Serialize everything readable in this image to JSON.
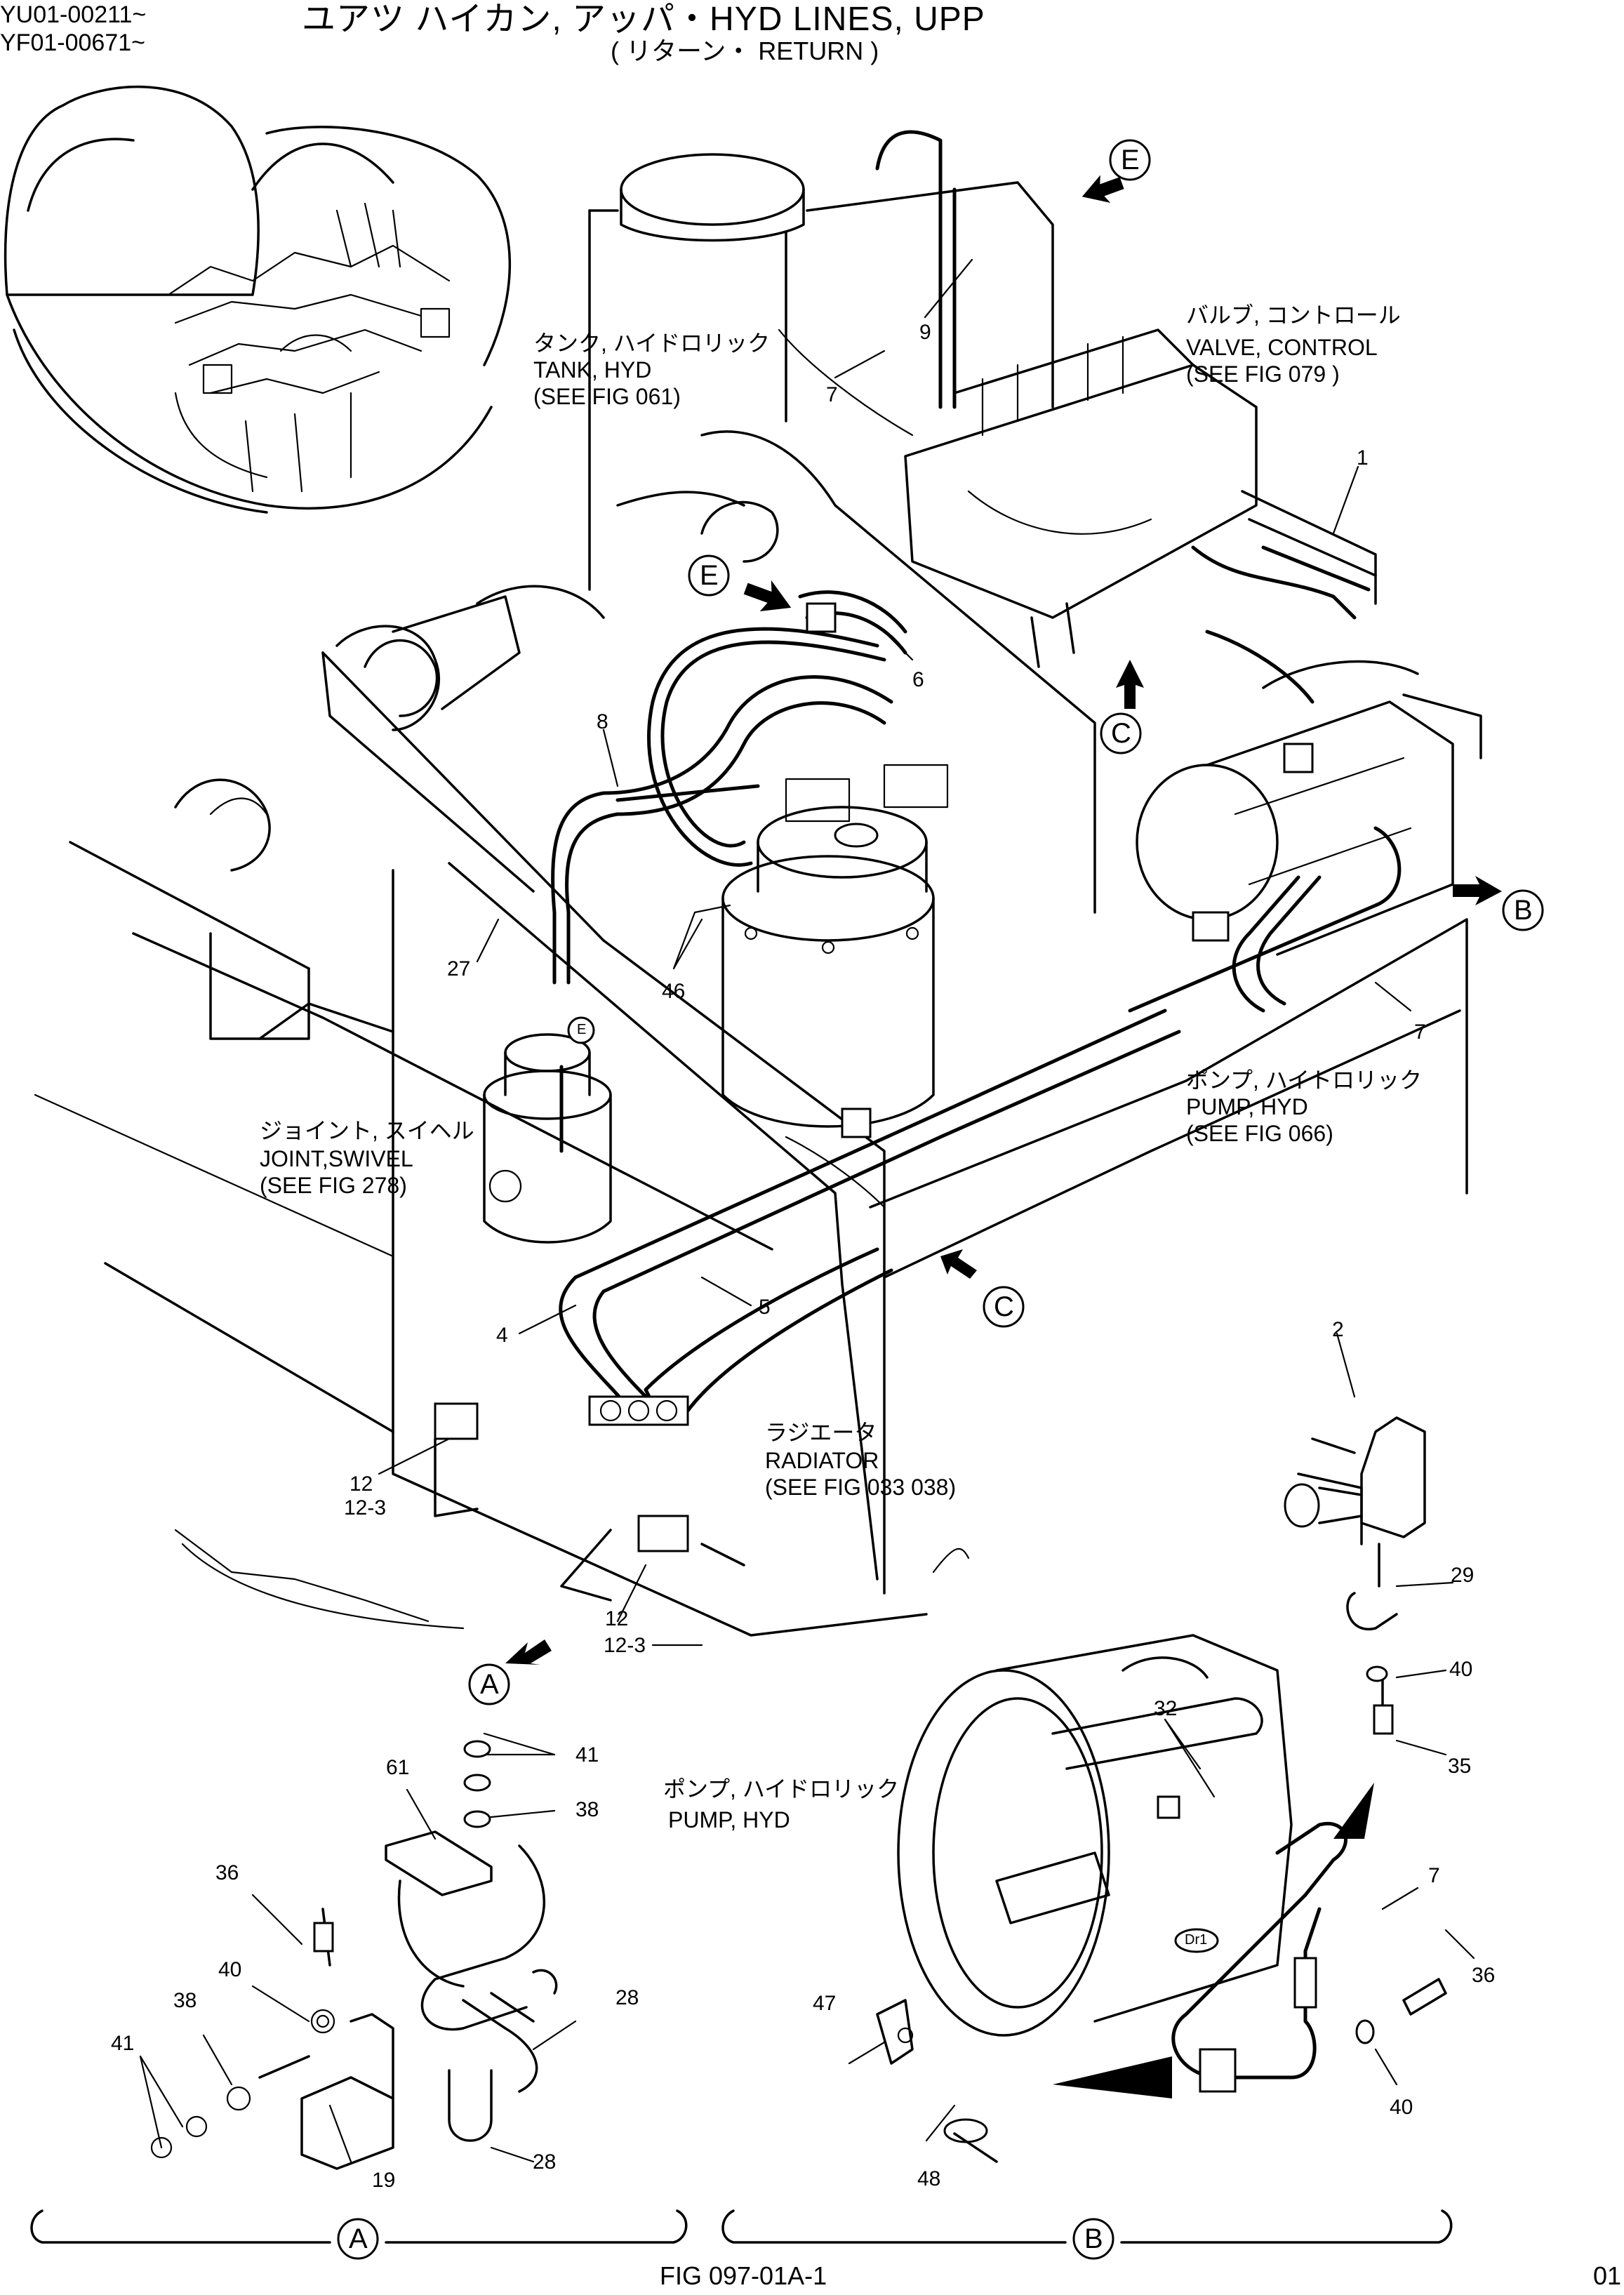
{
  "header": {
    "serial_1": "YU01-00211~",
    "serial_2": "YF01-00671~",
    "title": "ユアツ ハイカン, アッパ・HYD LINES,  UPP",
    "subtitle": "( リターン・ RETURN )"
  },
  "notes": {
    "tank_jp": "タンク, ハイドロリック",
    "tank_en": "TANK, HYD",
    "tank_ref": "(SEE FIG 061)",
    "valve_jp": "バルブ, コントロール",
    "valve_en": "VALVE, CONTROL",
    "valve_ref": "(SEE FIG 079 )",
    "pump_jp": "ポンプ, ハイトロリック",
    "pump_en": "PUMP, HYD",
    "pump_ref": "(SEE FIG 066)",
    "joint_jp": "ジョイント, スイヘル",
    "joint_en": "JOINT,SWIVEL",
    "joint_ref": "(SEE FIG 278)",
    "radiator_jp": "ラジエータ",
    "radiator_en": "RADIATOR",
    "radiator_ref": "(SEE FIG 033 038)",
    "pump2_jp": "ポンプ, ハイドロリック",
    "pump2_en": "PUMP, HYD"
  },
  "callouts": {
    "E": "E",
    "C": "C",
    "B": "B",
    "A": "A",
    "E_small": "E",
    "Dr1": "Dr1"
  },
  "part_numbers": {
    "p1": "1",
    "p2": "2",
    "p4": "4",
    "p5": "5",
    "p6": "6",
    "p7a": "7",
    "p7b": "7",
    "p7c": "7",
    "p8": "8",
    "p9": "9",
    "p12a": "12",
    "p12_3a": "12-3",
    "p12b": "12",
    "p12_3b": "12-3",
    "p19": "19",
    "p27": "27",
    "p28a": "28",
    "p28b": "28",
    "p29": "29",
    "p32": "32",
    "p35": "35",
    "p36a": "36",
    "p36b": "36",
    "p38a": "38",
    "p38b": "38",
    "p40a": "40",
    "p40b": "40",
    "p40c": "40",
    "p41a": "41",
    "p41b": "41",
    "p46": "46",
    "p47": "47",
    "p48": "48",
    "p61": "61"
  },
  "footer": {
    "figure": "FIG 097-01A-1",
    "page": "01"
  }
}
